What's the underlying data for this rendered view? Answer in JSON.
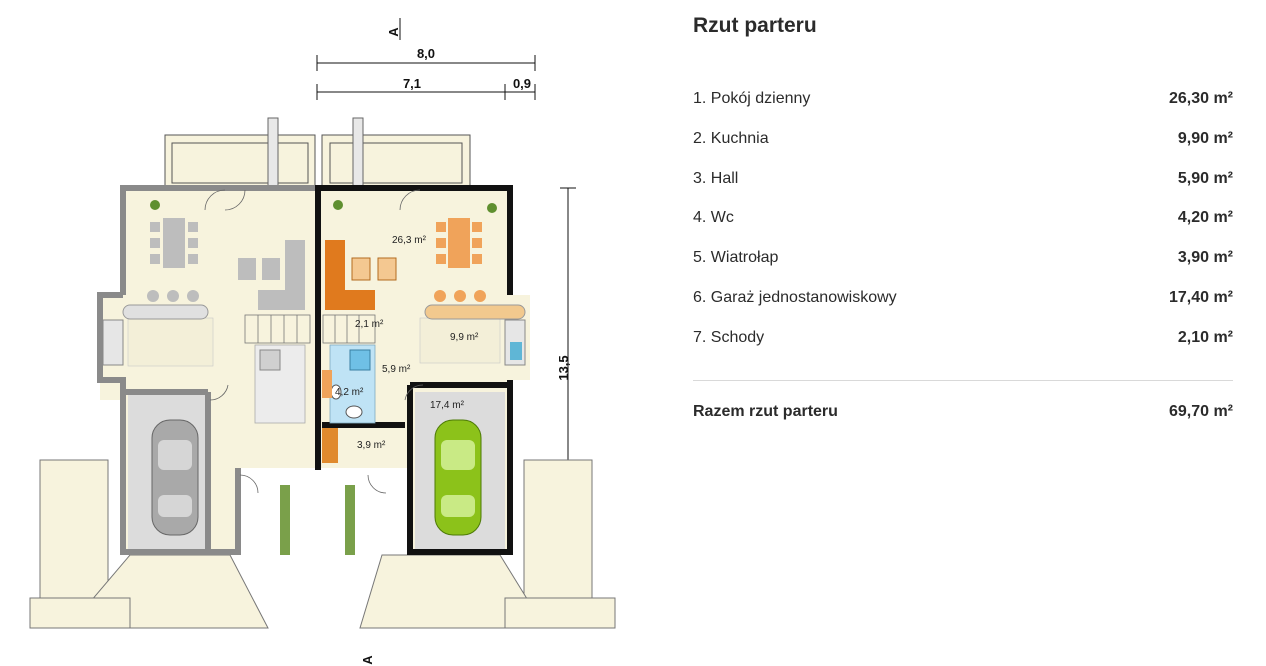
{
  "panel": {
    "title": "Rzut parteru",
    "rooms": [
      {
        "name": "1. Pokój dzienny",
        "area": "26,30 m²"
      },
      {
        "name": "2. Kuchnia",
        "area": "9,90 m²"
      },
      {
        "name": "3. Hall",
        "area": "5,90 m²"
      },
      {
        "name": "4. Wc",
        "area": "4,20 m²"
      },
      {
        "name": "5. Wiatrołap",
        "area": "3,90 m²"
      },
      {
        "name": "6. Garaż jednostanowiskowy",
        "area": "17,40 m²"
      },
      {
        "name": "7. Schody",
        "area": "2,10 m²"
      }
    ],
    "total_label": "Razem rzut parteru",
    "total_area": "69,70 m²"
  },
  "plan": {
    "dim_width": "8,0",
    "dim_width_inner": "7,1",
    "dim_width_small": "0,9",
    "dim_depth": "13,5",
    "section_mark": "A",
    "labels": {
      "living": "26,3 m²",
      "kitchen": "9,9 m²",
      "hall": "5,9 m²",
      "wc": "4,2 m²",
      "vestibule": "3,9 m²",
      "garage": "17,4 m²",
      "stairs": "2,1 m²"
    }
  },
  "colors": {
    "floor": "#f7f3dd",
    "wall_active": "#111111",
    "wall_mirror": "#8a8a8a",
    "tile_blue": "#bfe3f5",
    "sofa_orange": "#e07a1e",
    "table_orange": "#f0a35a",
    "car_green": "#8cc21a",
    "car_grey": "#a9a9a9",
    "garage_floor": "#dcdcdc"
  }
}
